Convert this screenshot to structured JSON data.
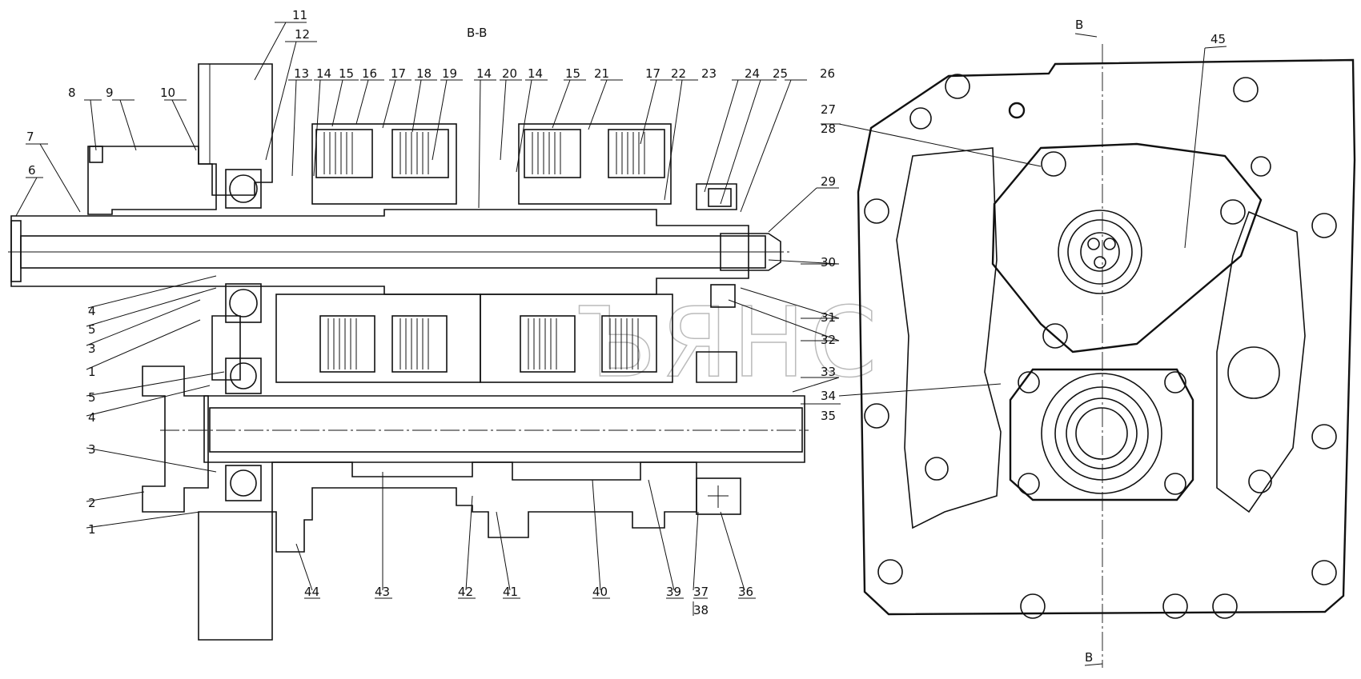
{
  "section_title": "B-B",
  "cut_marks": {
    "top": "B",
    "bottom": "B"
  },
  "watermark": "ЪЯНС",
  "callouts": [
    {
      "id": "c11",
      "text": "11"
    },
    {
      "id": "c12",
      "text": "12"
    },
    {
      "id": "c13",
      "text": "13"
    },
    {
      "id": "c14a",
      "text": "14"
    },
    {
      "id": "c15a",
      "text": "15"
    },
    {
      "id": "c16",
      "text": "16"
    },
    {
      "id": "c17a",
      "text": "17"
    },
    {
      "id": "c18",
      "text": "18"
    },
    {
      "id": "c19",
      "text": "19"
    },
    {
      "id": "c14b",
      "text": "14"
    },
    {
      "id": "c20",
      "text": "20"
    },
    {
      "id": "c14c",
      "text": "14"
    },
    {
      "id": "c15b",
      "text": "15"
    },
    {
      "id": "c21",
      "text": "21"
    },
    {
      "id": "c17b",
      "text": "17"
    },
    {
      "id": "c22",
      "text": "22"
    },
    {
      "id": "c23",
      "text": "23"
    },
    {
      "id": "c24",
      "text": "24"
    },
    {
      "id": "c25",
      "text": "25"
    },
    {
      "id": "c26",
      "text": "26"
    },
    {
      "id": "c8",
      "text": "8"
    },
    {
      "id": "c9",
      "text": "9"
    },
    {
      "id": "c10",
      "text": "10"
    },
    {
      "id": "c7",
      "text": "7"
    },
    {
      "id": "c6",
      "text": "6"
    },
    {
      "id": "c4a",
      "text": "4"
    },
    {
      "id": "c5a",
      "text": "5"
    },
    {
      "id": "c3a",
      "text": "3"
    },
    {
      "id": "c1a",
      "text": "1"
    },
    {
      "id": "c5b",
      "text": "5"
    },
    {
      "id": "c4b",
      "text": "4"
    },
    {
      "id": "c3b",
      "text": "3"
    },
    {
      "id": "c2",
      "text": "2"
    },
    {
      "id": "c1b",
      "text": "1"
    },
    {
      "id": "c29",
      "text": "29"
    },
    {
      "id": "c30",
      "text": "30"
    },
    {
      "id": "c31",
      "text": "31"
    },
    {
      "id": "c32",
      "text": "32"
    },
    {
      "id": "c33",
      "text": "33"
    },
    {
      "id": "c34",
      "text": "34"
    },
    {
      "id": "c35",
      "text": "35"
    },
    {
      "id": "c27",
      "text": "27"
    },
    {
      "id": "c28",
      "text": "28"
    },
    {
      "id": "c45",
      "text": "45"
    },
    {
      "id": "c44",
      "text": "44"
    },
    {
      "id": "c43",
      "text": "43"
    },
    {
      "id": "c42",
      "text": "42"
    },
    {
      "id": "c41",
      "text": "41"
    },
    {
      "id": "c40",
      "text": "40"
    },
    {
      "id": "c39",
      "text": "39"
    },
    {
      "id": "c37",
      "text": "37"
    },
    {
      "id": "c38",
      "text": "38"
    },
    {
      "id": "c36",
      "text": "36"
    }
  ]
}
